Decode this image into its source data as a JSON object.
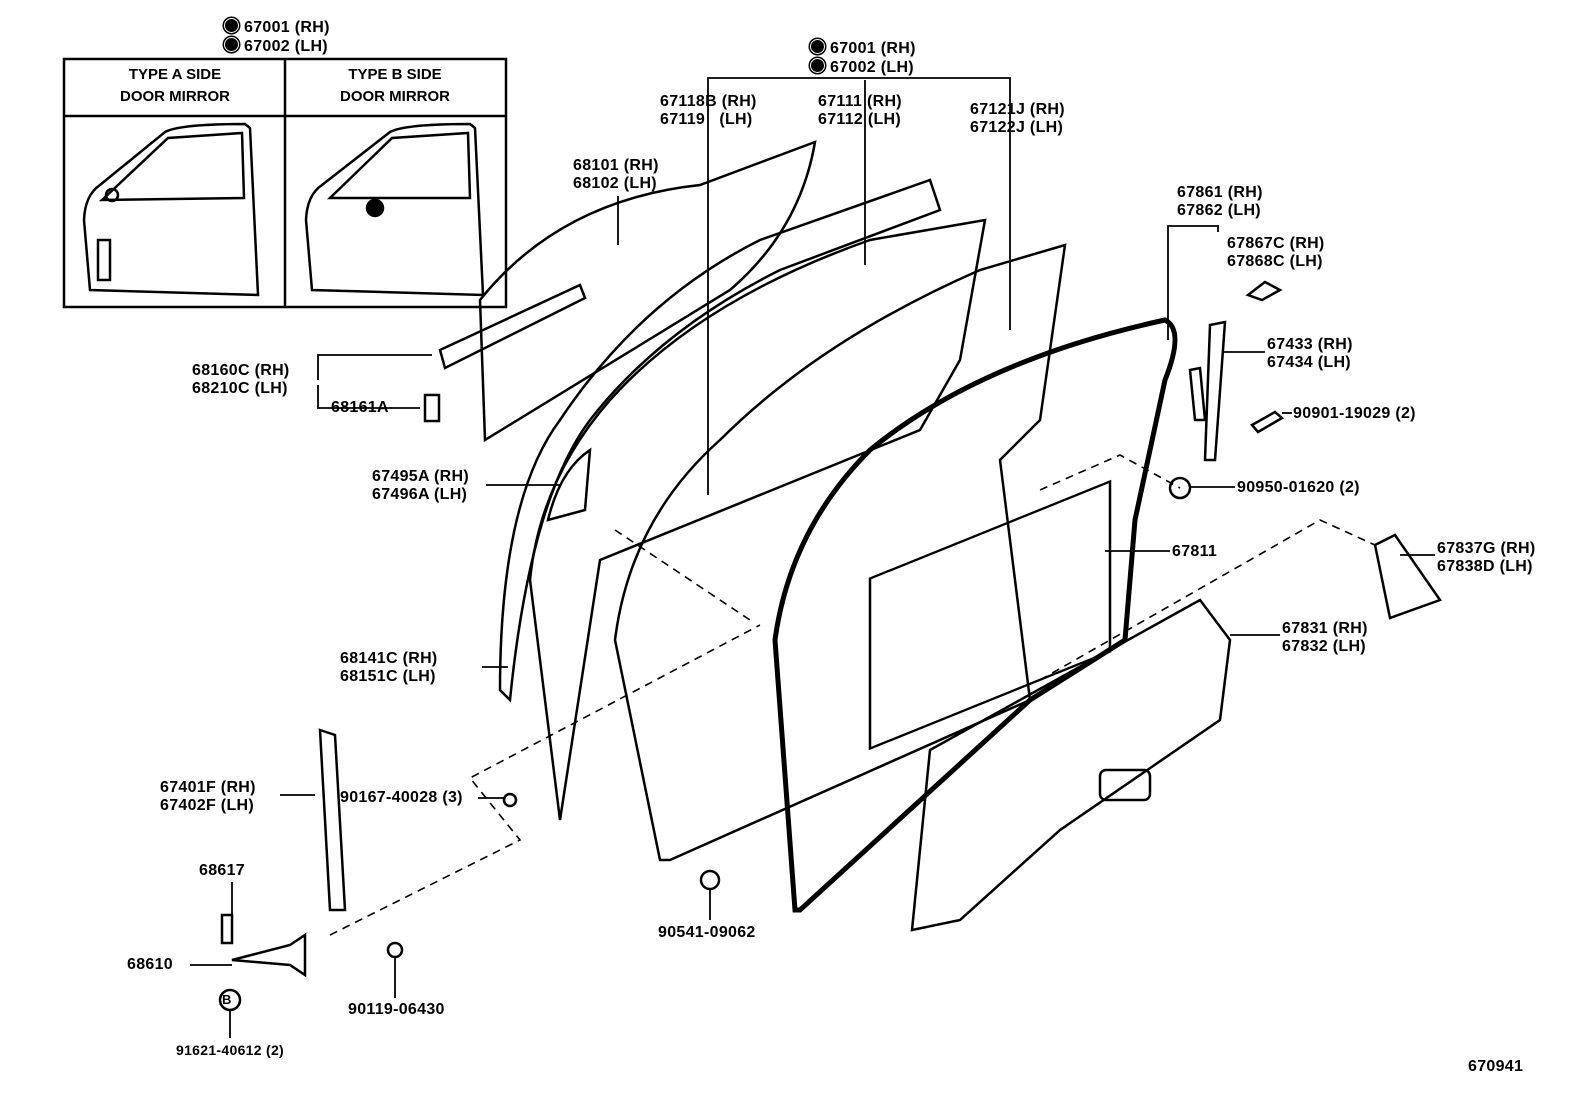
{
  "inset": {
    "callout": [
      "67001 (RH)",
      "67002 (LH)"
    ],
    "type_a": [
      "TYPE A SIDE",
      "DOOR MIRROR"
    ],
    "type_b": [
      "TYPE B SIDE",
      "DOOR MIRROR"
    ],
    "marker_icon": "filled-circle"
  },
  "labels": {
    "door_assy": [
      "67001 (RH)",
      "67002 (LH)"
    ],
    "l67118": [
      "67118B (RH)",
      "67119   (LH)"
    ],
    "l67111": [
      "67111 (RH)",
      "67112 (LH)"
    ],
    "l67121": [
      "67121J (RH)",
      "67122J (LH)"
    ],
    "l68101": [
      "68101 (RH)",
      "68102 (LH)"
    ],
    "l67861": [
      "67861 (RH)",
      "67862 (LH)"
    ],
    "l67867": [
      "67867C (RH)",
      "67868C (LH)"
    ],
    "l67433": [
      "67433 (RH)",
      "67434 (LH)"
    ],
    "l90901": "90901-19029 (2)",
    "l68160": [
      "68160C (RH)",
      "68210C (LH)"
    ],
    "l68161": "68161A",
    "l67495": [
      "67495A (RH)",
      "67496A (LH)"
    ],
    "l90950": "90950-01620 (2)",
    "l67811": "67811",
    "l67837": [
      "67837G (RH)",
      "67838D (LH)"
    ],
    "l68141": [
      "68141C (RH)",
      "68151C (LH)"
    ],
    "l67831": [
      "67831 (RH)",
      "67832 (LH)"
    ],
    "l67401": [
      "67401F (RH)",
      "67402F (LH)"
    ],
    "l90167": "90167-40028 (3)",
    "l68617": "68617",
    "l68610": "68610",
    "l90541": "90541-09062",
    "l90119": "90119-06430",
    "l91621": "91621-40612 (2)",
    "b_mark": "B",
    "figure_no": "670941"
  }
}
